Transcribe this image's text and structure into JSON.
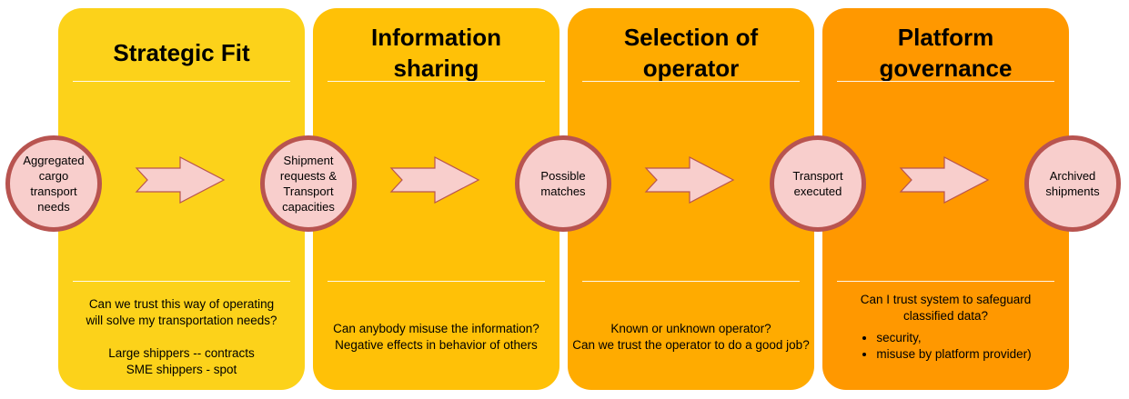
{
  "panels": [
    {
      "title": "Strategic Fit",
      "body_main": "Can we trust this way of operating\nwill solve my transportation needs?\n\nLarge shippers -- contracts\nSME shippers - spot"
    },
    {
      "title": "Information sharing",
      "body_main": "Can anybody misuse the information?\nNegative effects in behavior of others"
    },
    {
      "title": "Selection of operator",
      "body_main": "Known or unknown operator?\nCan we trust the operator to do a good job?"
    },
    {
      "title": "Platform governance",
      "body_main": "Can I trust system to safeguard\nclassified data?",
      "bullets": [
        "security,",
        "misuse by platform provider)"
      ]
    }
  ],
  "nodes": [
    "Aggregated cargo transport needs",
    "Shipment requests & Transport capacities",
    "Possible matches",
    "Transport executed",
    "Archived shipments"
  ],
  "colors": {
    "panel_1": "#fcd21a",
    "panel_2": "#ffc107",
    "panel_3": "#ffab00",
    "panel_4": "#ff9800",
    "node_fill": "#f8cecc",
    "node_border": "#b85450",
    "arrow_fill": "#f8cecc",
    "arrow_stroke": "#b85450"
  }
}
